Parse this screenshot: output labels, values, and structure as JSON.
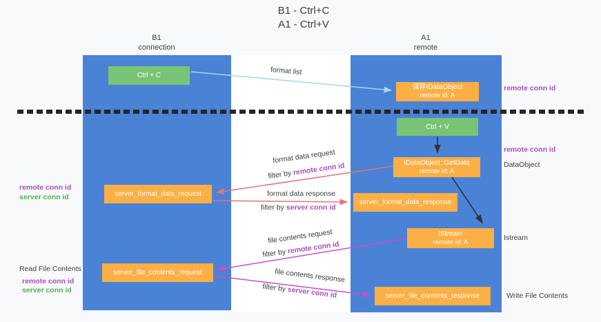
{
  "title": {
    "line1": "B1 - Ctrl+C",
    "line2": "A1 - Ctrl+V"
  },
  "columns": {
    "left": {
      "name": "B1",
      "subtitle": "connection"
    },
    "right": {
      "name": "A1",
      "subtitle": "remote"
    }
  },
  "nodes": {
    "ctrl_c": {
      "label": "Ctrl + C"
    },
    "ctrl_v": {
      "label": "Ctrl + V"
    },
    "save_dataobject": {
      "line1": "保存IDataObject",
      "line2": "remote id: A"
    },
    "getdata": {
      "line1": "IDataObject::GetData",
      "line2": "remote id: A"
    },
    "istream": {
      "line1": "IStream",
      "line2": "remote id: A"
    },
    "format_request": {
      "label": "server_format_data_request"
    },
    "format_response": {
      "label": "server_format_data_response"
    },
    "file_request": {
      "label": "server_file_contents_request"
    },
    "file_response": {
      "label": "server_file_contents_response"
    }
  },
  "arrow_labels": {
    "format_list": "format list",
    "format_data_request": "format data request",
    "format_data_response": "format data response",
    "file_contents_request": "file contents request",
    "file_contents_response": "file contents response",
    "filter_by": "filter by ",
    "remote_conn_id": "remote conn id",
    "server_conn_id": "server conn id"
  },
  "side_labels": {
    "remote_conn_id": "remote conn id",
    "server_conn_id": "server conn id",
    "dataobject": "DataObject",
    "istream": "Istream",
    "read_file_contents": "Read File Contents",
    "write_file_contents": "Write File Contents"
  },
  "colors": {
    "background": "#f8f9fb",
    "column_blue": "#4a82d6",
    "node_green": "#79c474",
    "node_orange": "#fbaf45",
    "arrow_light_blue": "#a5d5f0",
    "arrow_salmon": "#e87272",
    "arrow_magenta": "#c84fc8",
    "arrow_dark": "#333333",
    "text_purple": "#a84fc0",
    "text_green": "#53b153",
    "text_dark": "#3d3d3d"
  }
}
